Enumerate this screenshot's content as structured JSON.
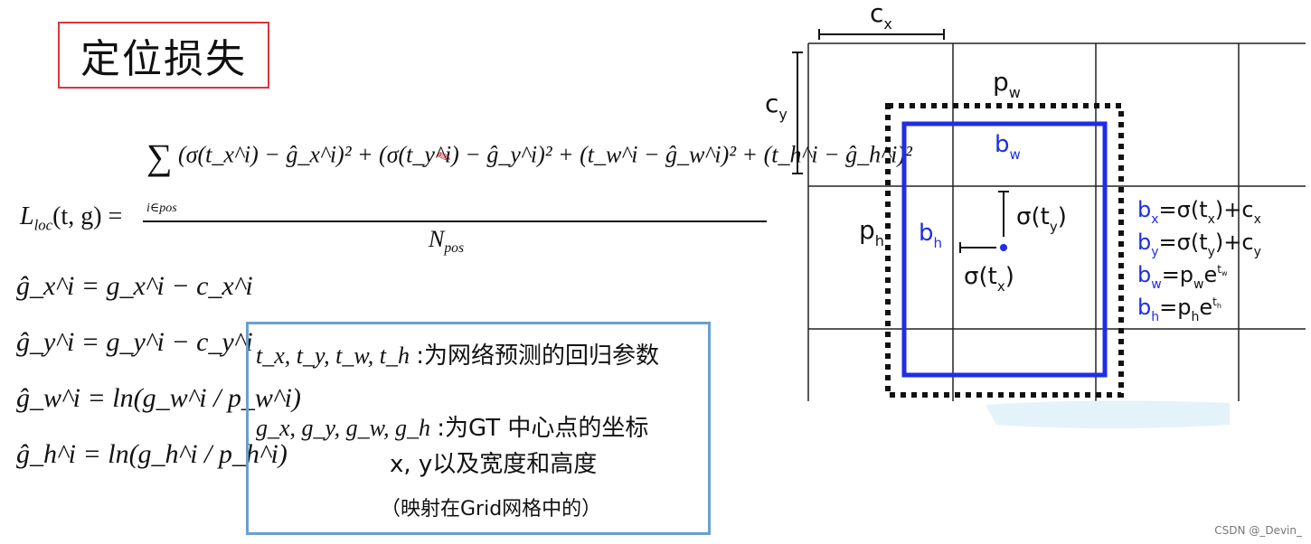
{
  "title": "定位损失",
  "loss_formula": {
    "lhs": "L",
    "lhs_sub": "loc",
    "lhs_args": "(t, g) =",
    "sum_sub": "i∈pos",
    "numerator": "(σ(t_x^i) − ĝ_x^i)² + (σ(t_y^i) − ĝ_y^i)² + (t_w^i − ĝ_w^i)² + (t_h^i − ĝ_h^i)²",
    "denominator": "N",
    "denominator_sub": "pos"
  },
  "definitions": [
    "ĝ_x^i = g_x^i − c_x^i",
    "ĝ_y^i = g_y^i − c_y^i",
    "ĝ_w^i = ln(g_w^i / p_w^i)",
    "ĝ_h^i = ln(g_h^i / p_h^i)"
  ],
  "info_box": {
    "pred_vars": "t_x, t_y, t_w, t_h",
    "pred_desc": ":为网络预测的回归参数",
    "gt_vars": "g_x, g_y, g_w, g_h",
    "gt_desc_1": ":为GT 中心点的坐标",
    "gt_desc_2": "x, y以及宽度和高度",
    "gt_note": "（映射在Grid网格中的）"
  },
  "diagram_labels": {
    "cx": "c",
    "cx_sub": "x",
    "cy": "c",
    "cy_sub": "y",
    "pw": "p",
    "pw_sub": "w",
    "ph": "p",
    "ph_sub": "h",
    "bw": "b",
    "bw_sub": "w",
    "bh": "b",
    "bh_sub": "h",
    "sigma_ty": "σ(t",
    "sigma_ty_sub": "y",
    "sigma_close": ")",
    "sigma_tx": "σ(t",
    "sigma_tx_sub": "x"
  },
  "equations": [
    {
      "lhs": "b",
      "lhs_sub": "x",
      "rhs": "=σ(t",
      "rhs_sub": "x",
      "rhs_tail": ")+c",
      "tail_sub": "x"
    },
    {
      "lhs": "b",
      "lhs_sub": "y",
      "rhs": "=σ(t",
      "rhs_sub": "y",
      "rhs_tail": ")+c",
      "tail_sub": "y"
    },
    {
      "lhs": "b",
      "lhs_sub": "w",
      "rhs": "=p",
      "rhs_sub": "w",
      "rhs_tail": "e",
      "tail_sup": "t",
      "tail_sup_sub": "w"
    },
    {
      "lhs": "b",
      "lhs_sub": "h",
      "rhs": "=p",
      "rhs_sub": "h",
      "rhs_tail": "e",
      "tail_sup": "t",
      "tail_sup_sub": "h"
    }
  ],
  "colors": {
    "title_border": "#d9363e",
    "info_border": "#6a9fd0",
    "predicted_box": "#1f2de6",
    "anchor_box": "#111111",
    "grid": "#222222"
  },
  "watermark": "CSDN @_Devin_"
}
